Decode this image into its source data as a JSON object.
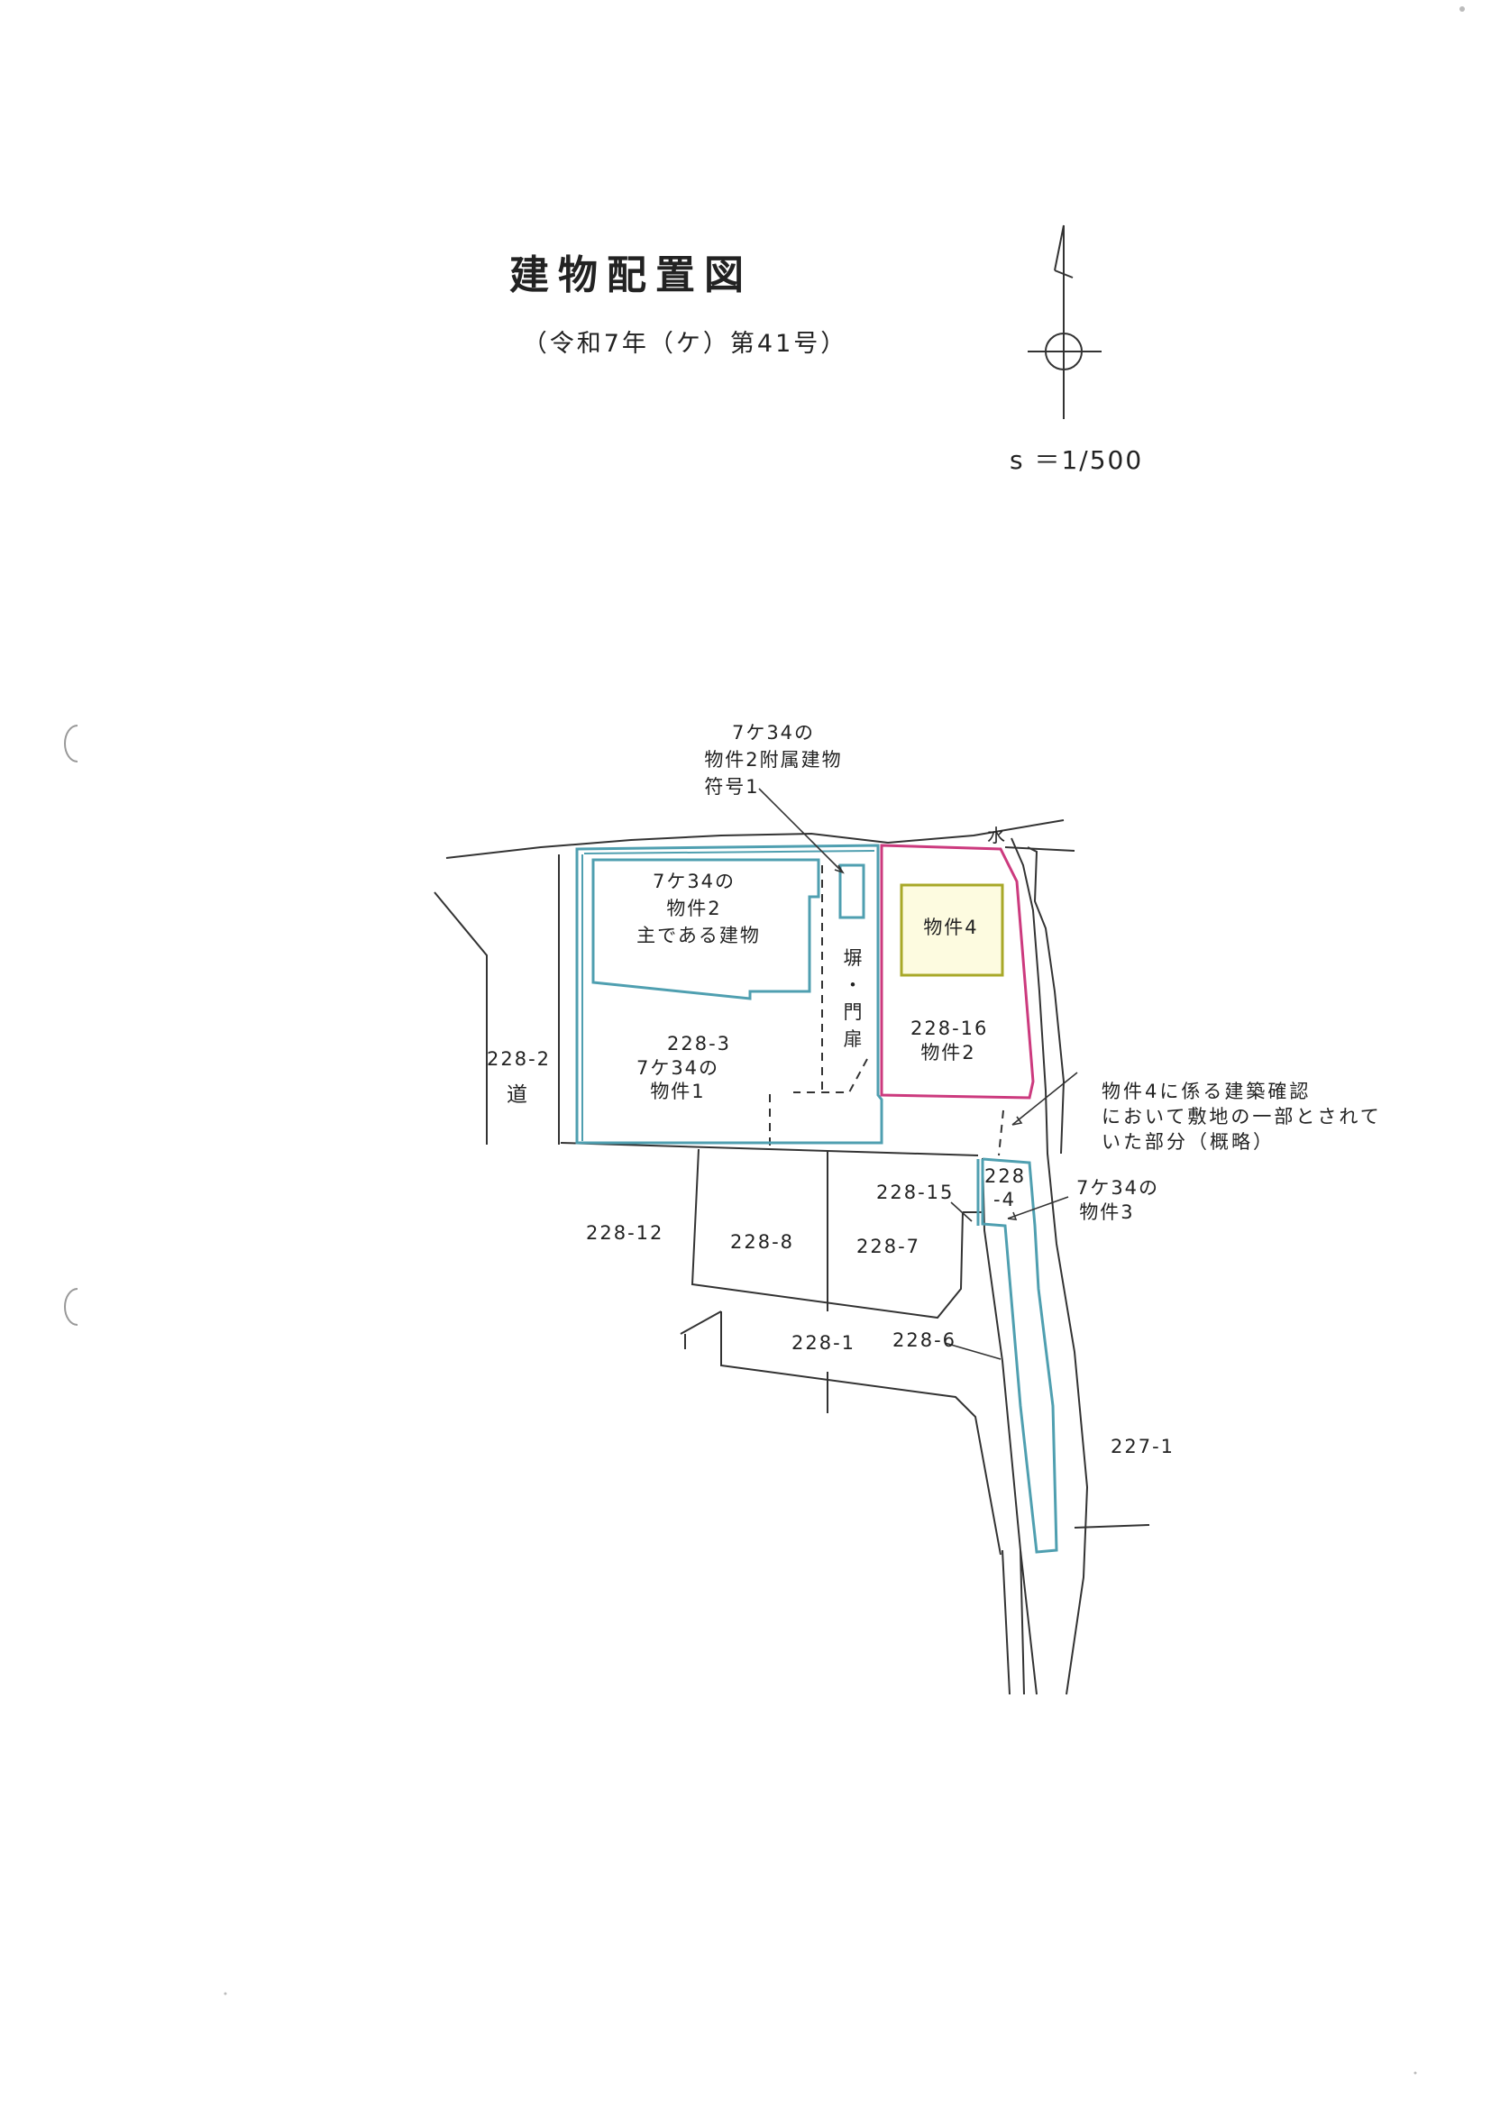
{
  "header": {
    "title": "建物配置図",
    "case_number": "（令和7年（ケ）第41号）",
    "scale": "s ＝1/500"
  },
  "parcels": {
    "p228_2": "228-2",
    "road": "道",
    "p228_3": "228-3",
    "p228_12": "228-12",
    "p228_8": "228-8",
    "p228_7": "228-7",
    "p228_15": "228-15",
    "p228_4_a": "228",
    "p228_4_b": "-4",
    "p228_1": "228-1",
    "p228_6": "228-6",
    "p227_1": "227-1",
    "p228_16": "228-16",
    "water": "水"
  },
  "labels": {
    "property1": [
      "7ケ34の",
      "物件1"
    ],
    "property2_main": [
      "7ケ34の",
      "物件2",
      "主である建物"
    ],
    "property2_annex": [
      "7ケ34の",
      "物件2附属建物",
      "符号1"
    ],
    "fence_gate": [
      "塀",
      "・",
      "門",
      "扉"
    ],
    "property4": "物件4",
    "property2_land": "物件2",
    "property3": [
      "7ケ34の",
      "物件3"
    ],
    "site_note": [
      "物件4に係る建築確認",
      "において敷地の一部とされて",
      "いた部分（概略）"
    ]
  },
  "colors": {
    "property_outline": "#4f9fb0",
    "property4_land": "#cc3a7e",
    "property4_building": "#a8a828",
    "property4_fill": "#fdfbe0",
    "line": "#333333"
  }
}
